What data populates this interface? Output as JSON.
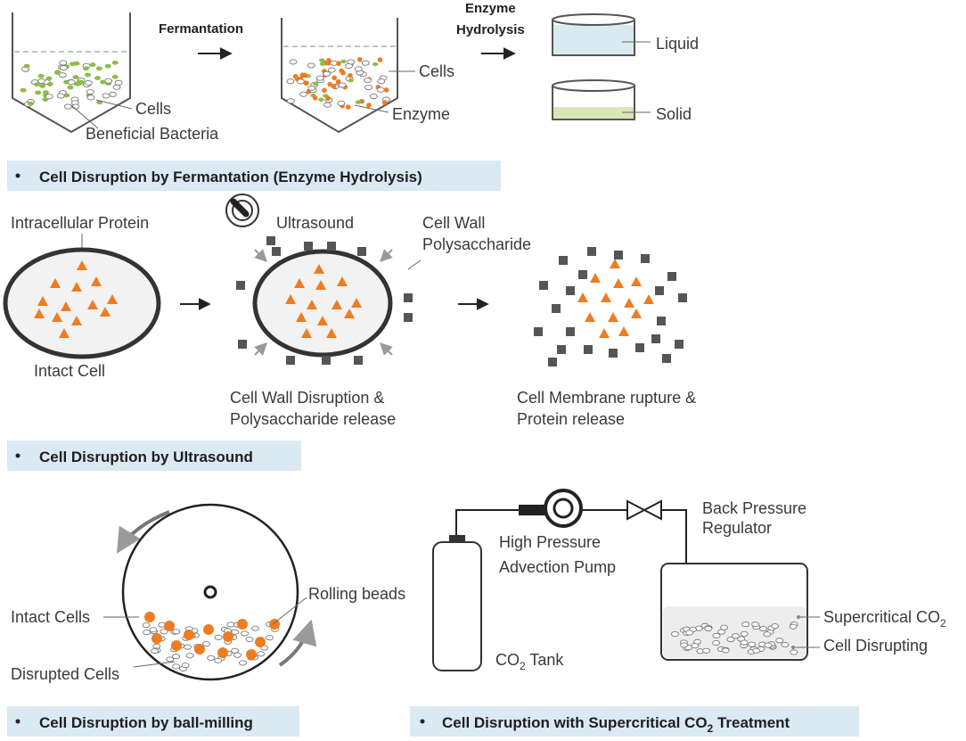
{
  "colors": {
    "banner_bg": "#dbe9f3",
    "orange": "#ee7c22",
    "green": "#8cbd4a",
    "dark_square": "#555555",
    "outline": "#333333",
    "liquid": "#d9eaf3",
    "solid": "#d7e7b8"
  },
  "fermentation": {
    "arrow1_label": "Fermantation",
    "arrow2_label_line1": "Enzyme",
    "arrow2_label_line2": "Hydrolysis",
    "cells_label_1": "Cells",
    "bacteria_label": "Beneficial Bacteria",
    "cells_label_2": "Cells",
    "enzyme_label": "Enzyme",
    "liquid_label": "Liquid",
    "solid_label": "Solid",
    "banner": "Cell Disruption by Fermantation (Enzyme Hydrolysis)"
  },
  "ultrasound": {
    "protein_label": "Intracellular Protein",
    "ultrasound_label": "Ultrasound",
    "wall_label_line1": "Cell Wall",
    "wall_label_line2": "Polysaccharide",
    "intact_label": "Intact Cell",
    "disruption_line1": "Cell Wall Disruption &",
    "disruption_line2": "Polysaccharide release",
    "rupture_line1": "Cell Membrane rupture &",
    "rupture_line2": "Protein release",
    "banner": "Cell Disruption by Ultrasound"
  },
  "ballmill": {
    "rolling_label": "Rolling beads",
    "intact_label": "Intact Cells",
    "disrupted_label": "Disrupted Cells",
    "banner": "Cell Disruption by ball-milling"
  },
  "supercritical": {
    "pump_line1": "High Pressure",
    "pump_line2": "Advection Pump",
    "regulator_line1": "Back Pressure",
    "regulator_line2": "Regulator",
    "tank_label_prefix": "CO",
    "tank_label_sub": "2",
    "tank_label_suffix": " Tank",
    "supercritical_prefix": "Supercritical CO",
    "supercritical_sub": "2",
    "disrupting_label": "Cell Disrupting",
    "banner_prefix": "Cell Disruption with Supercritical CO",
    "banner_sub": "2",
    "banner_suffix": " Treatment"
  }
}
